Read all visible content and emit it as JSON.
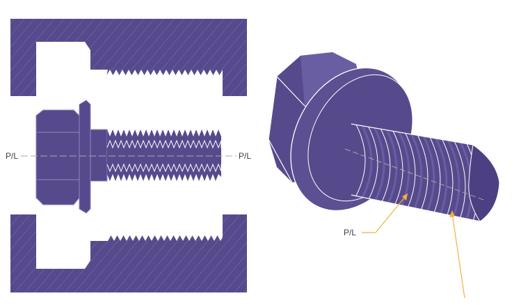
{
  "labels": {
    "parting_line_left": "P/L",
    "parting_line_right": "P/L",
    "parting_line_3d": "P/L"
  },
  "colors": {
    "part_fill": "#574a8c",
    "part_light": "#6a5ea3",
    "part_dark": "#463a78",
    "hatch_line": "#7a6fb2",
    "edge_line": "#ffffff",
    "leader": "#f3b13a",
    "parting_line": "#a8a8a8"
  },
  "icons": {
    "leader_arrow": "arrowhead-up"
  }
}
